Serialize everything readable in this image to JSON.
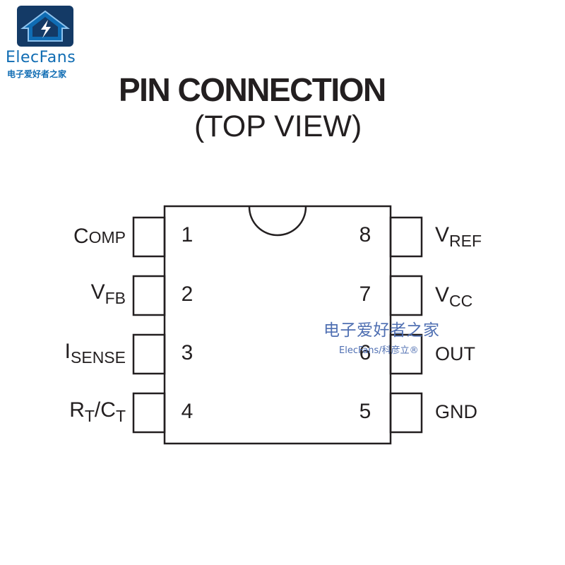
{
  "brand": {
    "name": "ElecFans",
    "tagline": "电子爱好者之家"
  },
  "title": "PIN CONNECTION",
  "subtitle": "(TOP VIEW)",
  "left_pins": [
    {
      "number": "1",
      "label_big": "C",
      "label_small": "OMP",
      "label_sub": "",
      "label_mid": "",
      "label_big2": "",
      "label_sub2": ""
    },
    {
      "number": "2",
      "label_big": "V",
      "label_small": "",
      "label_sub": "FB",
      "label_mid": "",
      "label_big2": "",
      "label_sub2": ""
    },
    {
      "number": "3",
      "label_big": "I",
      "label_small": "",
      "label_sub": "SENSE",
      "label_mid": "",
      "label_big2": "",
      "label_sub2": ""
    },
    {
      "number": "4",
      "label_big": "R",
      "label_small": "",
      "label_sub": "T",
      "label_mid": "/",
      "label_big2": "C",
      "label_sub2": "T"
    }
  ],
  "right_pins": [
    {
      "number": "8",
      "label_big": "V",
      "label_sub": "REF",
      "label_plain": ""
    },
    {
      "number": "7",
      "label_big": "V",
      "label_sub": "CC",
      "label_plain": ""
    },
    {
      "number": "6",
      "label_big": "",
      "label_sub": "",
      "label_plain": "OUT"
    },
    {
      "number": "5",
      "label_big": "",
      "label_sub": "",
      "label_plain": "GND"
    }
  ],
  "watermark": {
    "cn": "电子爱好者之家",
    "en": "ElecFans/科彦立®"
  },
  "colors": {
    "brand": "#0f6cb3",
    "ink": "#231f20",
    "watermark": "#4f6fb2",
    "logo_bg": "#143a66"
  }
}
